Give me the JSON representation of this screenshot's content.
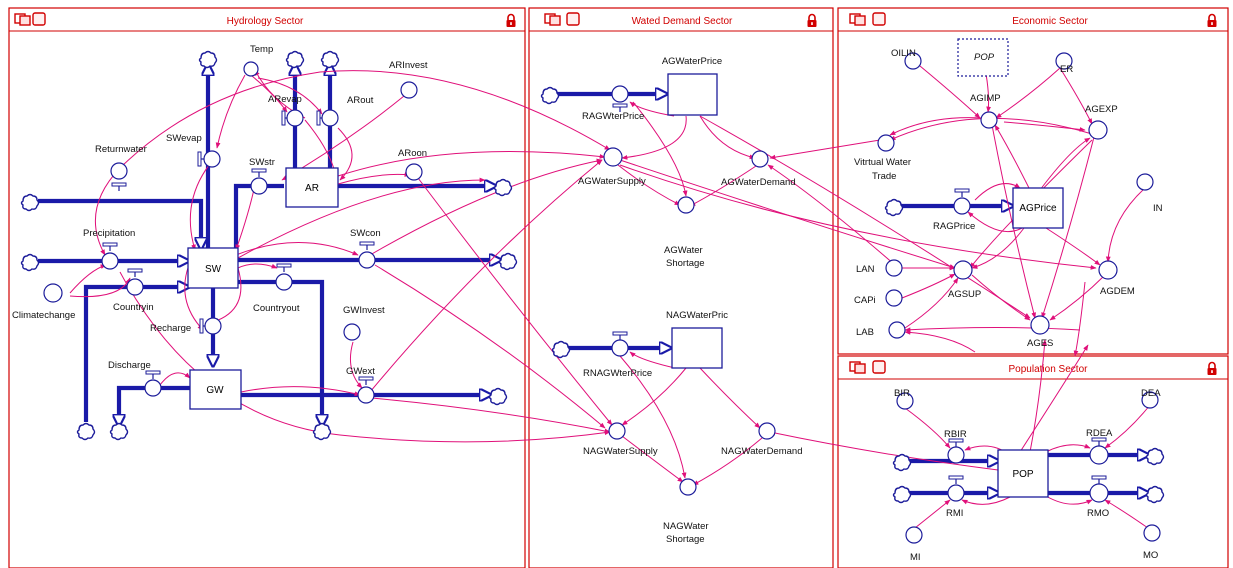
{
  "sectors": {
    "hydrology": "Hydrology Sector",
    "wated_demand": "Wated Demand Sector",
    "economic": "Economic Sector",
    "population": "Population Sector"
  },
  "stocks": {
    "sw": "SW",
    "gw": "GW",
    "ar": "AR",
    "agwaterprice": "AGWaterPrice",
    "nagwaterpric": "NAGWaterPric",
    "agprice": "AGPrice",
    "pop": "POP"
  },
  "labels": {
    "temp": "Temp",
    "arinvest": "ARInvest",
    "arevap": "ARevap",
    "arout": "ARout",
    "swevap": "SWevap",
    "swstr": "SWstr",
    "returnwater": "Returnwater",
    "aroon": "ARoon",
    "precipitation": "Precipitation",
    "swcon": "SWcon",
    "countryin": "Countryin",
    "countryout": "Countryout",
    "climatechange": "Climatechange",
    "recharge": "Recharge",
    "gwinvest": "GWInvest",
    "discharge": "Discharge",
    "gwext": "GWext",
    "ragwterprice": "RAGWterPrice",
    "agwatersupply": "AGWaterSupply",
    "agwaterdemand": "AGWaterDemand",
    "agwater_shortage_1": "AGWater",
    "agwater_shortage_2": "Shortage",
    "rnagwterprice": "RNAGWterPrice",
    "nagwatersupply": "NAGWaterSupply",
    "nagwaterdemand": "NAGWaterDemand",
    "nagwater_shortage_1": "NAGWater",
    "nagwater_shortage_2": "Shortage",
    "oilin": "OILIN",
    "pop_ghost": "POP",
    "er": "ER",
    "agimp": "AGIMP",
    "agexp": "AGEXP",
    "vwt_1": "Vitrtual Water",
    "vwt_2": "Trade",
    "ragprice": "RAGPrice",
    "in": "IN",
    "lan": "LAN",
    "capi": "CAPi",
    "lab": "LAB",
    "agsup": "AGSUP",
    "agdem": "AGDEM",
    "ages": "AGES",
    "bir": "BIR",
    "dea": "DEA",
    "rbir": "RBIR",
    "rdea": "RDEA",
    "rmi": "RMI",
    "rmo": "RMO",
    "mi": "MI",
    "mo": "MO"
  },
  "colors": {
    "sector_border": "#d10000",
    "pipe": "#1a1aa8",
    "connector": "#e0107a"
  }
}
